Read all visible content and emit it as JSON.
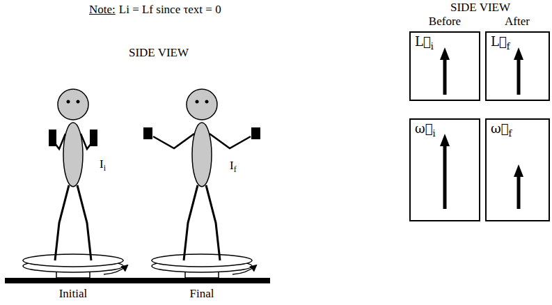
{
  "diagram": {
    "nodes": [
      {
        "text": [
          "L⃗i"
        ]
      },
      {
        "text": [
          "L⃗f"
        ]
      },
      {
        "text": [
          "ω⃗i"
        ]
      },
      {
        "text": [
          "ω⃗f"
        ]
      }
    ],
    "labels": [
      "Note:",
      "Li = Lf since τext = 0",
      "SIDE VIEW",
      "SIDE VIEW",
      "Before",
      "After",
      "Initial",
      "Final",
      "Ii",
      "If"
    ]
  }
}
